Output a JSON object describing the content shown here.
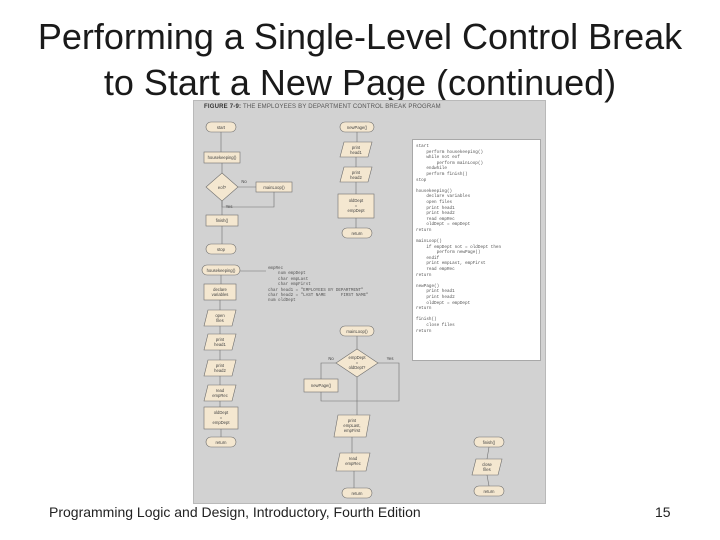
{
  "slide": {
    "title_line1": "Performing a Single-Level Control Break",
    "title_line2": "to Start  a New Page (continued)",
    "footer_left": "Programming Logic and Design, Introductory, Fourth Edition",
    "page_number": "15"
  },
  "figure": {
    "caption_prefix": "FIGURE 7-9:",
    "caption_text": " THE EMPLOYEES BY DEPARTMENT CONTROL BREAK PROGRAM",
    "code_listing": "start\n    perform housekeeping()\n    while not eof\n        perform mainLoop()\n    endwhile\n    perform finish()\nstop\n\nhousekeeping()\n    declare variables\n    open files\n    print head1\n    print head2\n    read empRec\n    oldDept = empDept\nreturn\n\nmainLoop()\n    if empDept not = oldDept then\n        perform newPage()\n    endif\n    print empLast, empFirst\n    read empRec\nreturn\n\nnewPage()\n    print head1\n    print head2\n    oldDept = empDept\nreturn\n\nfinish()\n    close files\nreturn",
    "declarations": "empRec\n    num empDept\n    char empLast\n    char empFirst\nchar head1 = \"EMPLOYEES BY DEPARTMENT\"\nchar head2 = \"LAST NAME      FIRST NAME\"\nnum oldDept",
    "flow_labels": {
      "start": "start",
      "housekeeping": "housekeeping()",
      "eof": "eof?",
      "no": "No",
      "yes": "Yes",
      "mainloop": "mainLoop()",
      "finish": "finish()",
      "stop": "stop",
      "hk_title": "housekeeping()",
      "declare_l1": "declare",
      "declare_l2": "variables",
      "open_l1": "open",
      "open_l2": "files",
      "print1_l1": "print",
      "print1_l2": "head1",
      "print2_l1": "print",
      "print2_l2": "head2",
      "read_l1": "read",
      "read_l2": "empRec",
      "assign_l1": "oldDept",
      "assign_l2": "=",
      "assign_l3": "empDept",
      "return": "return",
      "np_title": "newPage()",
      "np_print1_l1": "print",
      "np_print1_l2": "head1",
      "np_print2_l1": "print",
      "np_print2_l2": "head2",
      "np_assign_l1": "oldDept",
      "np_assign_l2": "=",
      "np_assign_l3": "empDept",
      "ml_title": "mainLoop()",
      "dec_l1": "empDept",
      "dec_l2": "=",
      "dec_l3": "oldDept?",
      "dec_no": "No",
      "dec_yes": "Yes",
      "newpage_call": "newPage()",
      "ml_print_l1": "print",
      "ml_print_l2": "empLast,",
      "ml_print_l3": "empFirst",
      "ml_read_l1": "read",
      "ml_read_l2": "empRec",
      "fin_title": "finish()",
      "close_l1": "close",
      "close_l2": "files"
    }
  }
}
